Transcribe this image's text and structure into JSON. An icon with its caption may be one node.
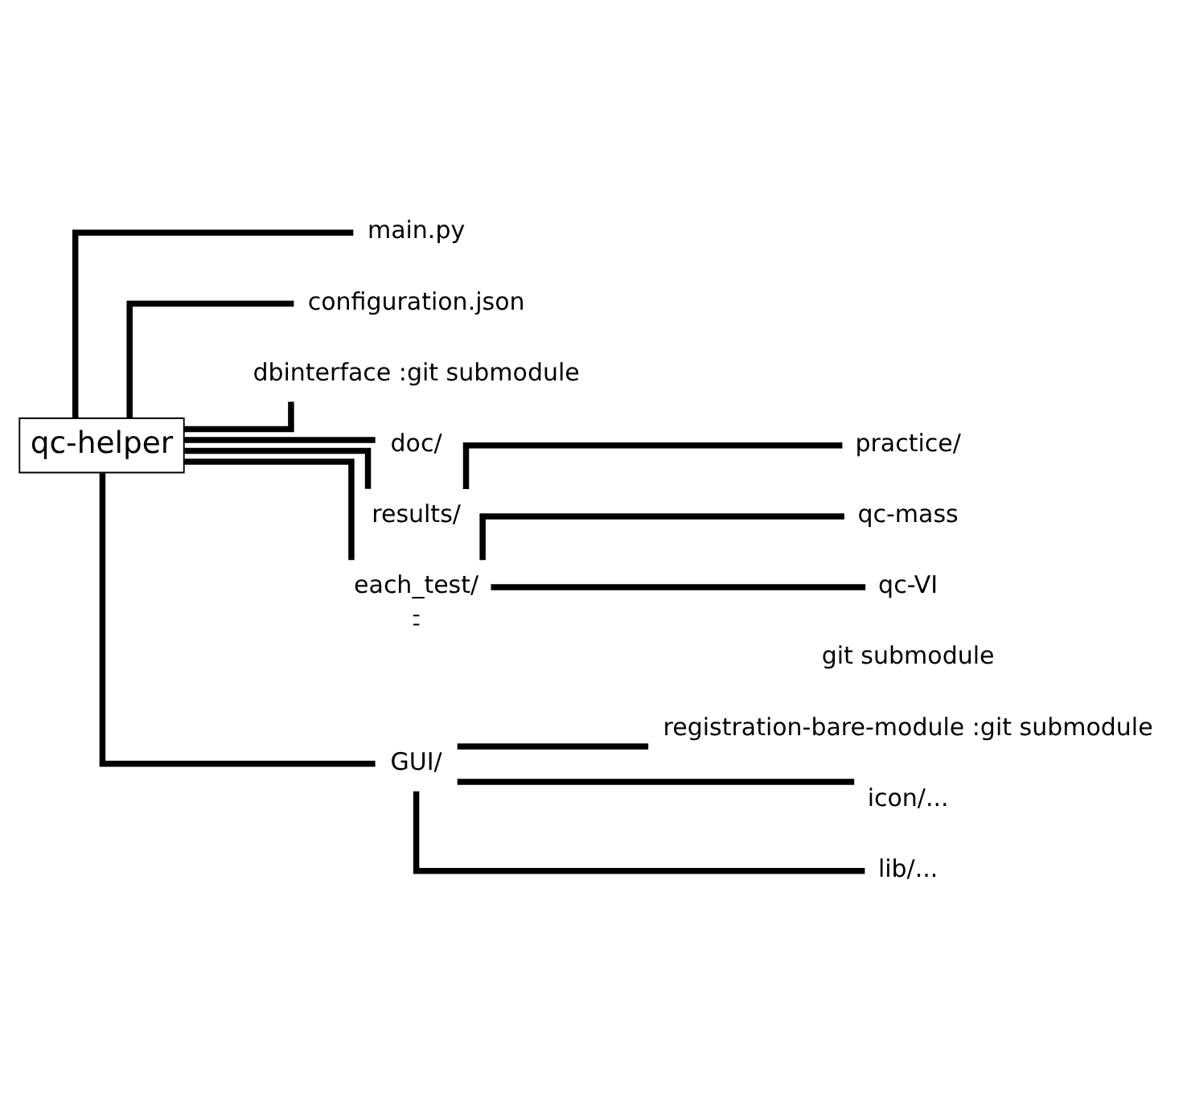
{
  "diagram": {
    "nodes": [
      {
        "text": [
          "qc-helper"
        ]
      },
      {
        "text": [
          "main.py"
        ]
      },
      {
        "text": [
          "configuration.json"
        ]
      },
      {
        "text": [
          "dbinterface :git submodule"
        ]
      },
      {
        "text": [
          "doc/"
        ]
      },
      {
        "text": [
          "results/"
        ]
      },
      {
        "text": [
          "practice/"
        ]
      },
      {
        "text": [
          "each_test/"
        ]
      },
      {
        "text": [
          "qc-mass"
        ]
      },
      {
        "text": [
          "qc-VI"
        ]
      },
      {
        "text": [
          "GUI/"
        ]
      },
      {
        "text": [
          "registration-bare-module :git submodule"
        ]
      },
      {
        "text": [
          "icon/..."
        ]
      },
      {
        "text": [
          "lib/..."
        ]
      }
    ],
    "edges": [
      {
        "from": 0,
        "to": 1,
        "arrow": "none"
      },
      {
        "from": 0,
        "to": 2,
        "arrow": "none"
      },
      {
        "from": 0,
        "to": 3,
        "arrow": "none"
      },
      {
        "from": 0,
        "to": 4,
        "arrow": "none"
      },
      {
        "from": 0,
        "to": 5,
        "arrow": "none"
      },
      {
        "from": 5,
        "to": 6,
        "arrow": "none"
      },
      {
        "from": 0,
        "to": 7,
        "arrow": "none"
      },
      {
        "from": 7,
        "to": 8,
        "arrow": "none"
      },
      {
        "from": 7,
        "to": 9,
        "arrow": "none"
      },
      {
        "from": 7,
        "to": null,
        "arrow": "none",
        "style": "dashed"
      },
      {
        "from": 0,
        "to": 10,
        "arrow": "none"
      },
      {
        "from": 10,
        "to": 11,
        "arrow": "none"
      },
      {
        "from": 10,
        "to": 12,
        "arrow": "none"
      },
      {
        "from": 10,
        "to": 13,
        "arrow": "none"
      }
    ],
    "labels": [
      "git submodule"
    ]
  }
}
